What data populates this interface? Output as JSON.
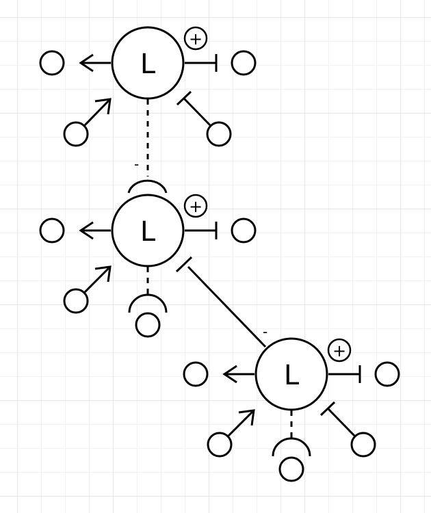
{
  "diagram": {
    "nodes": [
      {
        "label": "L",
        "badge": "+"
      },
      {
        "label": "L",
        "badge": "+"
      },
      {
        "label": "L",
        "badge": "+"
      }
    ],
    "links": [
      {
        "sign": "-"
      },
      {
        "sign": "-"
      }
    ]
  }
}
